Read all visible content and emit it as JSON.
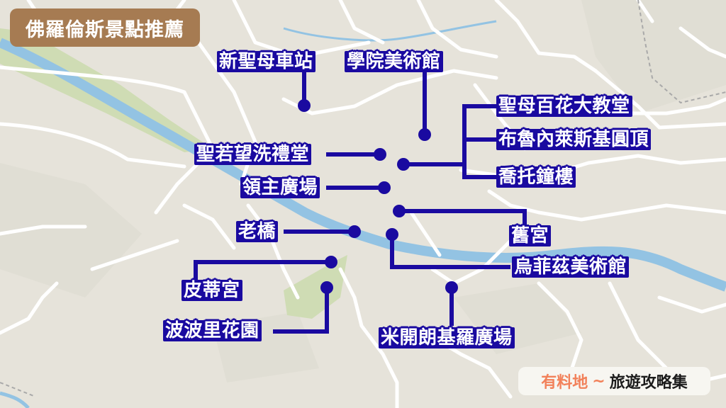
{
  "title": "佛羅倫斯景點推薦",
  "colors": {
    "title_bg": "#a67b52",
    "marker": "#1a0aa0",
    "map_bg": "#e6e3da",
    "river": "#93c3e3",
    "park": "#cfdcb4",
    "road": "#ffffff",
    "brand_accent": "#f2815a"
  },
  "brand": {
    "part1": "有料地",
    "tilde": "~",
    "part2": "旅遊攻略集"
  },
  "attractions": [
    {
      "name": "新聖母車站",
      "dot": [
        429,
        149
      ]
    },
    {
      "name": "學院美術館",
      "dot": [
        599,
        190
      ]
    },
    {
      "name": "聖母百花大教堂",
      "dot": [
        569,
        232
      ]
    },
    {
      "name": "布魯內萊斯基圓頂",
      "dot": [
        569,
        232
      ]
    },
    {
      "name": "喬托鐘樓",
      "dot": [
        569,
        232
      ]
    },
    {
      "name": "聖若望洗禮堂",
      "dot": [
        536,
        218
      ]
    },
    {
      "name": "領主廣場",
      "dot": [
        542,
        265
      ]
    },
    {
      "name": "舊宮",
      "dot": [
        563,
        298
      ]
    },
    {
      "name": "老橋",
      "dot": [
        500,
        327
      ]
    },
    {
      "name": "烏菲茲美術館",
      "dot": [
        553,
        331
      ]
    },
    {
      "name": "皮蒂宮",
      "dot": [
        467,
        370
      ]
    },
    {
      "name": "波波里花園",
      "dot": [
        461,
        406
      ]
    },
    {
      "name": "米開朗基羅廣場",
      "dot": [
        637,
        406
      ]
    }
  ]
}
